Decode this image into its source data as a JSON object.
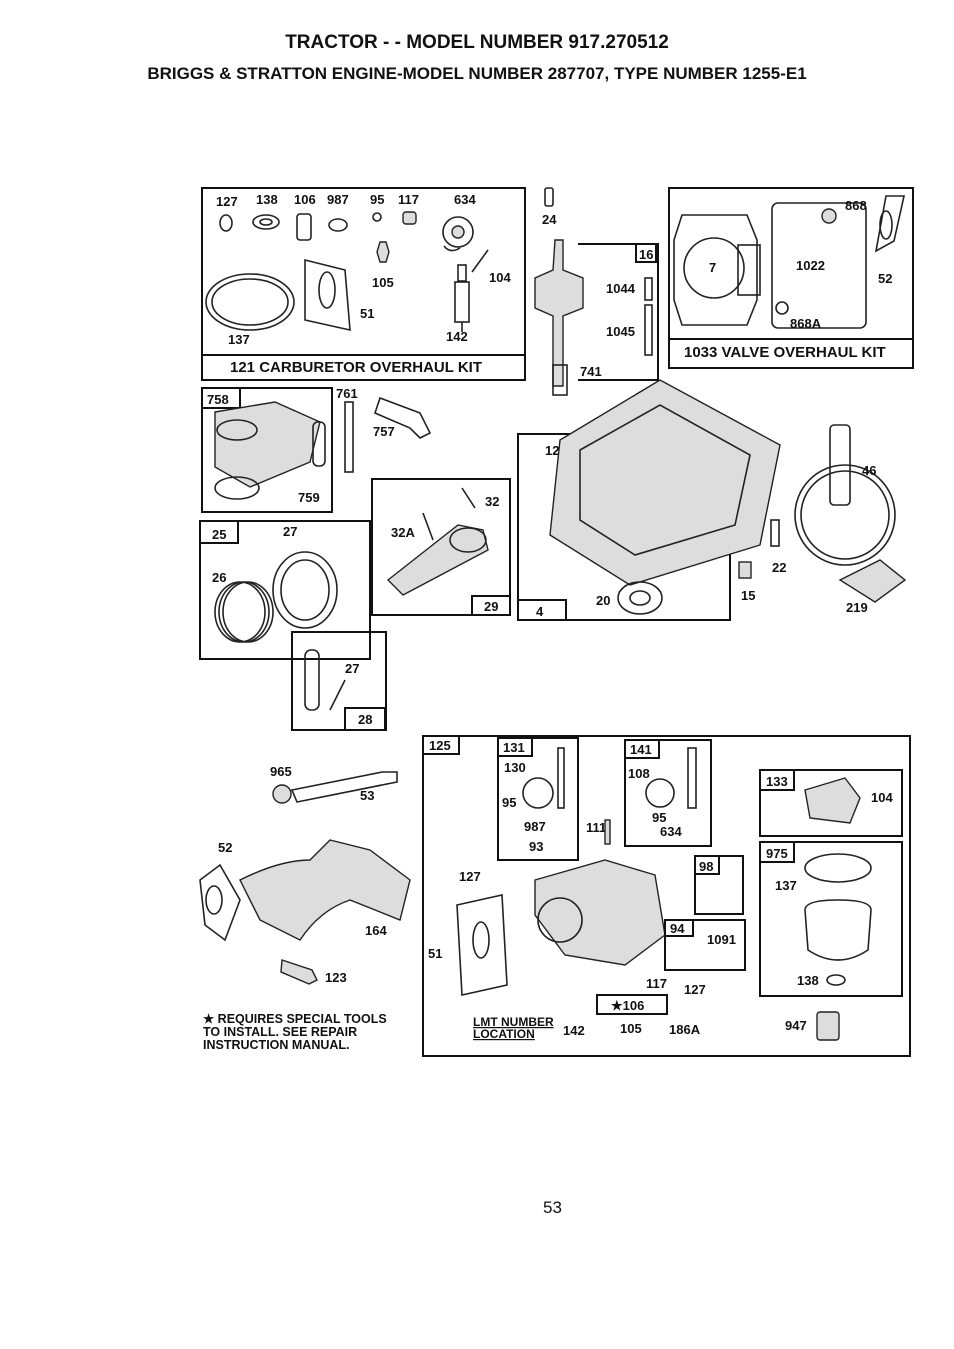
{
  "header": {
    "title": "TRACTOR - - MODEL NUMBER 917.270512",
    "subtitle": "BRIGGS & STRATTON ENGINE-MODEL NUMBER 287707, TYPE NUMBER 1255-E1"
  },
  "kits": {
    "carburetor": "121 CARBURETOR OVERHAUL KIT",
    "valve": "1033 VALVE OVERHAUL KIT"
  },
  "carb_kit_parts": [
    "127",
    "138",
    "106",
    "987",
    "95",
    "117",
    "634",
    "105",
    "104",
    "51",
    "137",
    "142"
  ],
  "valve_kit_parts": [
    "7",
    "868",
    "1022",
    "52",
    "868A"
  ],
  "crank_parts": [
    "24",
    "16",
    "1044",
    "1045",
    "741"
  ],
  "box_labels": {
    "b758": "758",
    "b25": "25",
    "b29": "29",
    "b4": "4",
    "b28": "28",
    "b125": "125",
    "b131": "131",
    "b141": "141",
    "b133": "133",
    "b975": "975",
    "b98": "98",
    "b94": "94",
    "b106": "★106"
  },
  "part_labels": {
    "p761": "761",
    "p757": "757",
    "p759": "759",
    "p27a": "27",
    "p26": "26",
    "p32": "32",
    "p32a": "32A",
    "p12": "12",
    "p20": "20",
    "p46": "46",
    "p22": "22",
    "p15": "15",
    "p219": "219",
    "p27b": "27",
    "p965": "965",
    "p53": "53",
    "p52": "52",
    "p164": "164",
    "p123": "123",
    "p130": "130",
    "p95a": "95",
    "p987": "987",
    "p93": "93",
    "p111": "111",
    "p108": "108",
    "p95b": "95",
    "p634": "634",
    "p104": "104",
    "p137": "137",
    "p138": "138",
    "p127a": "127",
    "p51": "51",
    "p1091": "1091",
    "p117": "117",
    "p127b": "127",
    "p142": "142",
    "p105": "105",
    "p186a": "186A",
    "p947": "947"
  },
  "limit_label": [
    "LMT NUMBER",
    "LOCATION"
  ],
  "note": [
    "★ REQUIRES SPECIAL TOOLS",
    "TO INSTALL. SEE REPAIR",
    "INSTRUCTION MANUAL."
  ],
  "page_number": "53"
}
